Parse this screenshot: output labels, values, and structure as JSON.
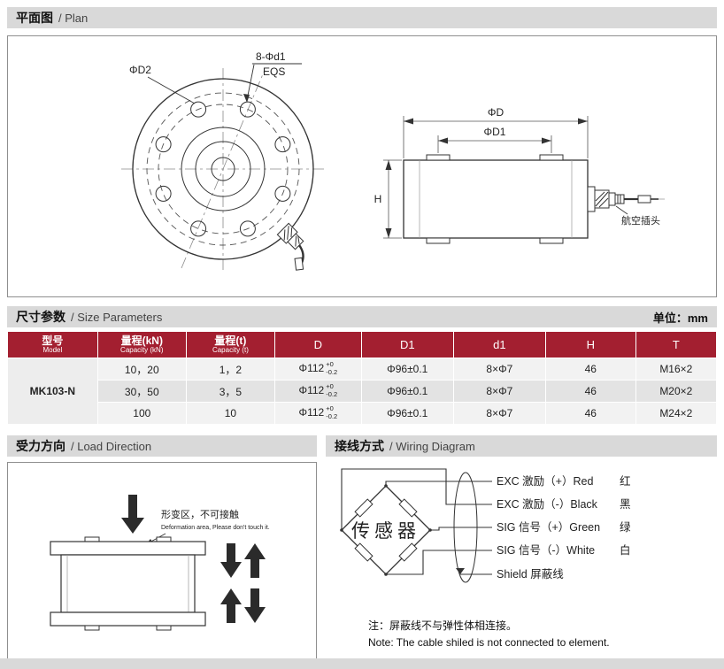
{
  "accent_color": "#a31f30",
  "sections": {
    "plan": {
      "zh": "平面图",
      "en": "/ Plan"
    },
    "size": {
      "zh": "尺寸参数",
      "en": "/ Size Parameters",
      "unit": "单位：mm"
    },
    "load": {
      "zh": "受力方向",
      "en": "/ Load Direction"
    },
    "wiring": {
      "zh": "接线方式",
      "en": "/ Wiring Diagram"
    }
  },
  "plan": {
    "labels": {
      "d2": "ΦD2",
      "bolt_count": "8-Φd1",
      "eqs": "EQS",
      "dia_d": "ΦD",
      "dia_d1": "ΦD1",
      "h": "H",
      "plug": "航空插头"
    }
  },
  "table": {
    "headers": {
      "model_zh": "型号",
      "model_en": "Model",
      "cap_kn_zh": "量程(kN)",
      "cap_kn_en": "Capacity (kN)",
      "cap_t_zh": "量程(t)",
      "cap_t_en": "Capacity (t)",
      "d": "D",
      "d1": "D1",
      "d1_small": "d1",
      "h": "H",
      "t": "T"
    },
    "model": "MK103-N",
    "rows": [
      {
        "cap_kn": "10，20",
        "cap_t": "1，2",
        "d_base": "Φ112",
        "d_tol_top": "+0",
        "d_tol_bot": "-0.2",
        "d1": "Φ96±0.1",
        "d1_hole": "8×Φ7",
        "h": "46",
        "t": "M16×2"
      },
      {
        "cap_kn": "30，50",
        "cap_t": "3，5",
        "d_base": "Φ112",
        "d_tol_top": "+0",
        "d_tol_bot": "-0.2",
        "d1": "Φ96±0.1",
        "d1_hole": "8×Φ7",
        "h": "46",
        "t": "M20×2"
      },
      {
        "cap_kn": "100",
        "cap_t": "10",
        "d_base": "Φ112",
        "d_tol_top": "+0",
        "d_tol_bot": "-0.2",
        "d1": "Φ96±0.1",
        "d1_hole": "8×Φ7",
        "h": "46",
        "t": "M24×2"
      }
    ]
  },
  "load_direction": {
    "note_zh": "形变区，不可接触",
    "note_en": "Deformation area, Please don't touch it."
  },
  "wiring": {
    "sensor": "传感器",
    "lines": [
      {
        "label": "EXC 激励（+）Red",
        "color": "红"
      },
      {
        "label": "EXC 激励（-）Black",
        "color": "黑"
      },
      {
        "label": "SIG 信号（+）Green",
        "color": "绿"
      },
      {
        "label": "SIG 信号（-）White",
        "color": "白"
      },
      {
        "label": "Shield 屏蔽线",
        "color": ""
      }
    ],
    "note_zh": "注：屏蔽线不与弹性体相连接。",
    "note_en": "Note: The cable shiled is not connected to element."
  }
}
